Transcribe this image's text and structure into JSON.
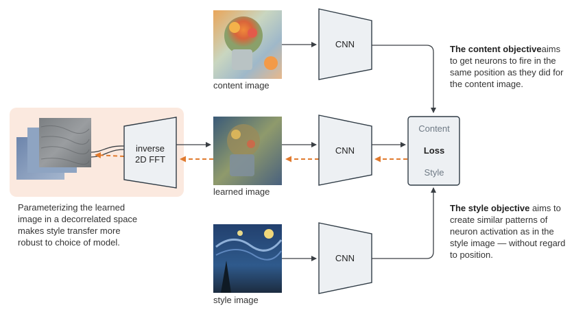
{
  "captions": {
    "content_image": "content image",
    "learned_image": "learned image",
    "style_image": "style image"
  },
  "cnn": {
    "top": "CNN",
    "middle": "CNN",
    "bottom": "CNN"
  },
  "fft": {
    "line1": "inverse",
    "line2": "2D FFT"
  },
  "loss_box": {
    "content": "Content",
    "loss": "Loss",
    "style": "Style"
  },
  "content_note": {
    "bold": "The content objective",
    "line1_rest": "aims",
    "line2": "to get neurons to fire in the",
    "line3": "same position as they did for",
    "line4": "the content image."
  },
  "style_note": {
    "bold": "The style objective",
    "line1_rest": "aims to",
    "line2": "create similar patterns of",
    "line3": "neuron activation as in the",
    "line4": "style image — without regard",
    "line5": "to position."
  },
  "param_note": {
    "line1": "Parameterizing the learned",
    "line2": "image in a decorrelated space",
    "line3": "makes style transfer more",
    "line4": "robust to choice of model."
  },
  "colors": {
    "orange_arrow": "#e07a2e",
    "highlight_bg": "#fbe9df",
    "box_fill": "#edf0f3",
    "box_stroke": "#2f3b45",
    "arrow": "#3a3f44"
  }
}
